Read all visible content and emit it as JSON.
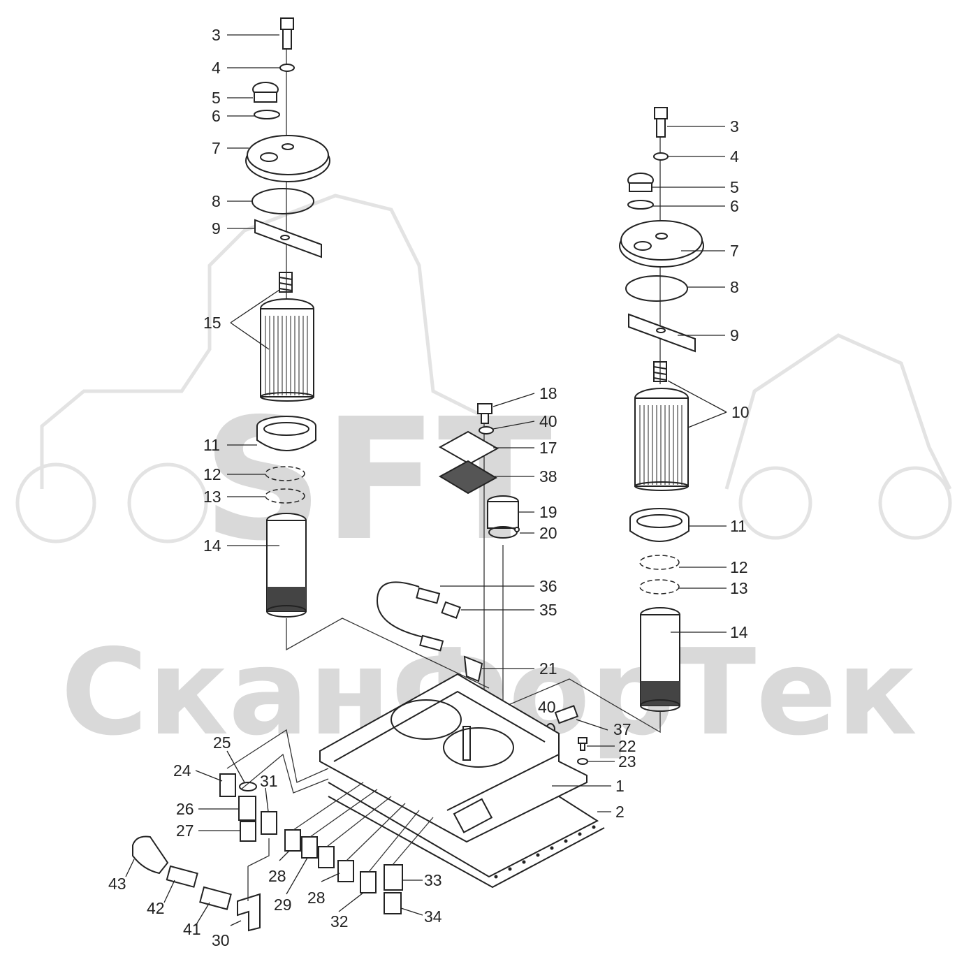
{
  "watermark": {
    "logo_text": "SFT",
    "company_text": "СканФорТек"
  },
  "callouts": [
    "1",
    "2",
    "3",
    "4",
    "5",
    "6",
    "7",
    "8",
    "9",
    "10",
    "11",
    "12",
    "13",
    "14",
    "15",
    "17",
    "18",
    "19",
    "20",
    "21",
    "22",
    "23",
    "24",
    "25",
    "26",
    "27",
    "28",
    "29",
    "30",
    "31",
    "32",
    "33",
    "34",
    "35",
    "36",
    "37",
    "38",
    "40",
    "41",
    "42",
    "43"
  ]
}
